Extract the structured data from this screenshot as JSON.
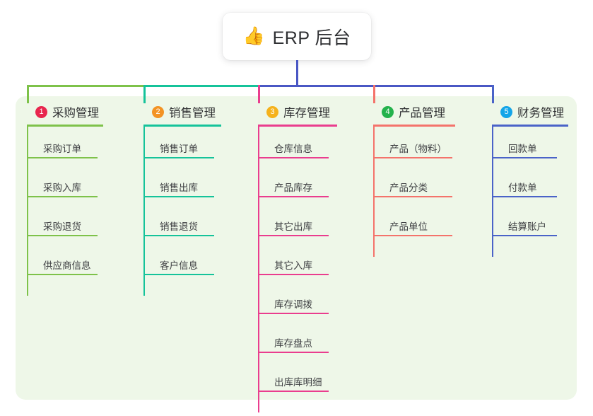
{
  "root": {
    "icon": "thumbs-up-icon",
    "emoji": "👍",
    "title": "ERP 后台"
  },
  "theme": {
    "panel_bg": "#eef7e8",
    "page_bg": "#ffffff",
    "root_connector": "#4a57c4",
    "bus_left": "#7ec24a",
    "bus_mid": "#15c39a",
    "bus_right": "#4a57c4"
  },
  "columns": [
    {
      "index": "1",
      "title": "采购管理",
      "badge_color": "#e8264e",
      "line_color": "#7ec24a",
      "drop_color": "#7ec24a",
      "items": [
        {
          "label": "采购订单"
        },
        {
          "label": "采购入库"
        },
        {
          "label": "采购退货"
        },
        {
          "label": "供应商信息"
        }
      ]
    },
    {
      "index": "2",
      "title": "销售管理",
      "badge_color": "#f39324",
      "line_color": "#15c39a",
      "drop_color": "#15c39a",
      "items": [
        {
          "label": "销售订单"
        },
        {
          "label": "销售出库"
        },
        {
          "label": "销售退货"
        },
        {
          "label": "客户信息"
        }
      ]
    },
    {
      "index": "3",
      "title": "库存管理",
      "badge_color": "#f5b21c",
      "line_color": "#ea3d8e",
      "drop_color": "#ea3d8e",
      "items": [
        {
          "label": "仓库信息"
        },
        {
          "label": "产品库存"
        },
        {
          "label": "其它出库"
        },
        {
          "label": "其它入库"
        },
        {
          "label": "库存调拨"
        },
        {
          "label": "库存盘点"
        },
        {
          "label": "出库库明细"
        }
      ]
    },
    {
      "index": "4",
      "title": "产品管理",
      "badge_color": "#24b24c",
      "line_color": "#f4736b",
      "drop_color": "#f4736b",
      "items": [
        {
          "label": "产品（物料）"
        },
        {
          "label": "产品分类"
        },
        {
          "label": "产品单位"
        }
      ]
    },
    {
      "index": "5",
      "title": "财务管理",
      "badge_color": "#14a5e8",
      "line_color": "#4a63c8",
      "drop_color": "#4a63c8",
      "items": [
        {
          "label": "回款单"
        },
        {
          "label": "付款单"
        },
        {
          "label": "结算账户"
        }
      ]
    }
  ]
}
